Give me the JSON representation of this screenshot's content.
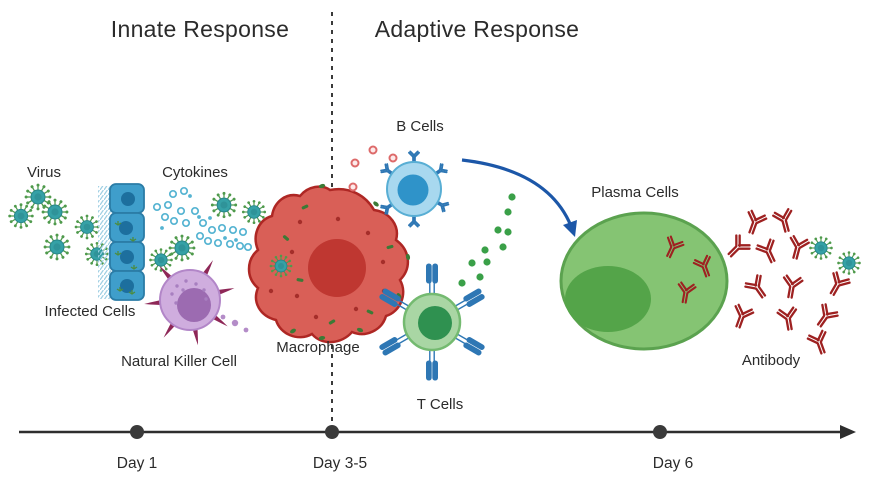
{
  "figure": {
    "innate_title": "Innate Response",
    "adaptive_title": "Adaptive Response"
  },
  "labels": {
    "virus": "Virus",
    "cytokines": "Cytokines",
    "infected_cells": "Infected Cells",
    "natural_killer_cell": "Natural Killer Cell",
    "macrophage": "Macrophage",
    "b_cells": "B Cells",
    "t_cells": "T Cells",
    "plasma_cells": "Plasma Cells",
    "antibody": "Antibody"
  },
  "timeline": {
    "markers": [
      {
        "label": "Day 1"
      },
      {
        "label": "Day 3-5"
      },
      {
        "label": "Day 6"
      }
    ]
  },
  "palette": {
    "virus_body": "#35a1a6",
    "virus_spike": "#4f9a4c",
    "infected_cell": "#3f9ecb",
    "infected_cell_border": "#2b7ca6",
    "infected_cell_nucleus": "#1d6f9e",
    "cytokine": "#56b4d2",
    "nk_body": "#cfadde",
    "nk_nucleus": "#9c6bb1",
    "nk_spike": "#8e2757",
    "macrophage_body": "#d95f57",
    "macrophage_border": "#ae2724",
    "macrophage_nucleus": "#bf3731",
    "bcell_body": "#a8d8ef",
    "bcell_border": "#58aed4",
    "bcell_nucleus": "#2f93c9",
    "receptor_blue": "#2e77b4",
    "tcell_body": "#a9d6a4",
    "tcell_border": "#74ba70",
    "tcell_nucleus": "#2f9150",
    "plasma_body": "#85c473",
    "plasma_border": "#5ba24f",
    "plasma_nucleus": "#54a449",
    "antibody_red": "#9e2121",
    "red_dot": "#dd6a6a",
    "green_dot": "#3aa048",
    "arrow_blue": "#1c57a8",
    "timeline_color": "#2e2e2e",
    "text_color": "#2b2b2b"
  }
}
